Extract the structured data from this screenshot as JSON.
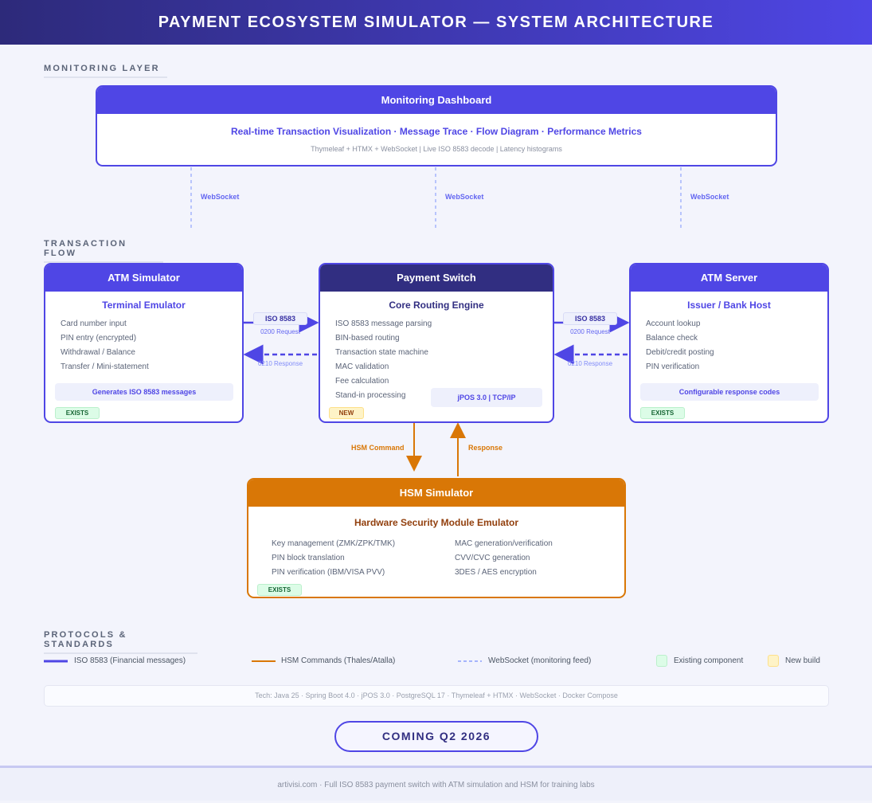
{
  "title": "PAYMENT ECOSYSTEM SIMULATOR — SYSTEM ARCHITECTURE",
  "sections": {
    "monitoring": "MONITORING LAYER",
    "flow": "TRANSACTION FLOW",
    "protocols": "PROTOCOLS & STANDARDS"
  },
  "dashboard": {
    "title": "Monitoring Dashboard",
    "features": "Real-time Transaction Visualization · Message Trace · Flow Diagram · Performance Metrics",
    "tech": "Thymeleaf + HTMX + WebSocket | Live ISO 8583 decode | Latency histograms"
  },
  "websocket_label": "WebSocket",
  "atm_sim": {
    "title": "ATM Simulator",
    "subtitle": "Terminal Emulator",
    "items": [
      "Card number input",
      "PIN entry (encrypted)",
      "Withdrawal / Balance",
      "Transfer / Mini-statement"
    ],
    "note": "Generates ISO 8583 messages",
    "badge": "EXISTS"
  },
  "switch": {
    "title": "Payment Switch",
    "subtitle": "Core Routing Engine",
    "items": [
      "ISO 8583 message parsing",
      "BIN-based routing",
      "Transaction state machine",
      "MAC validation",
      "Fee calculation",
      "Stand-in processing"
    ],
    "note": "jPOS 3.0 | TCP/IP",
    "badge": "NEW"
  },
  "atm_server": {
    "title": "ATM Server",
    "subtitle": "Issuer / Bank Host",
    "items": [
      "Account lookup",
      "Balance check",
      "Debit/credit posting",
      "PIN verification"
    ],
    "note": "Configurable response codes",
    "badge": "EXISTS"
  },
  "links": {
    "iso": "ISO 8583",
    "request": "0200 Request",
    "response": "0210 Response",
    "hsm_command": "HSM Command",
    "hsm_response": "Response"
  },
  "hsm": {
    "title": "HSM Simulator",
    "subtitle": "Hardware Security Module Emulator",
    "left": [
      "Key management (ZMK/ZPK/TMK)",
      "PIN block translation",
      "PIN verification (IBM/VISA PVV)"
    ],
    "right": [
      "MAC generation/verification",
      "CVV/CVC generation",
      "3DES / AES encryption"
    ],
    "badge": "EXISTS"
  },
  "legend": [
    "ISO 8583 (Financial messages)",
    "HSM Commands (Thales/Atalla)",
    "WebSocket (monitoring feed)",
    "Existing component",
    "New build"
  ],
  "tech": "Tech: Java 25 · Spring Boot 4.0 · jPOS 3.0 · PostgreSQL 17 · Thymeleaf + HTMX · WebSocket · Docker Compose",
  "cta": "COMING Q2 2026",
  "footer": "artivisi.com · Full ISO 8583 payment switch with ATM simulation and HSM for training labs",
  "colors": {
    "primary": "#4f46e5",
    "dark": "#312e81",
    "hsm": "#d97706",
    "websocket": "#a5b4fc"
  }
}
